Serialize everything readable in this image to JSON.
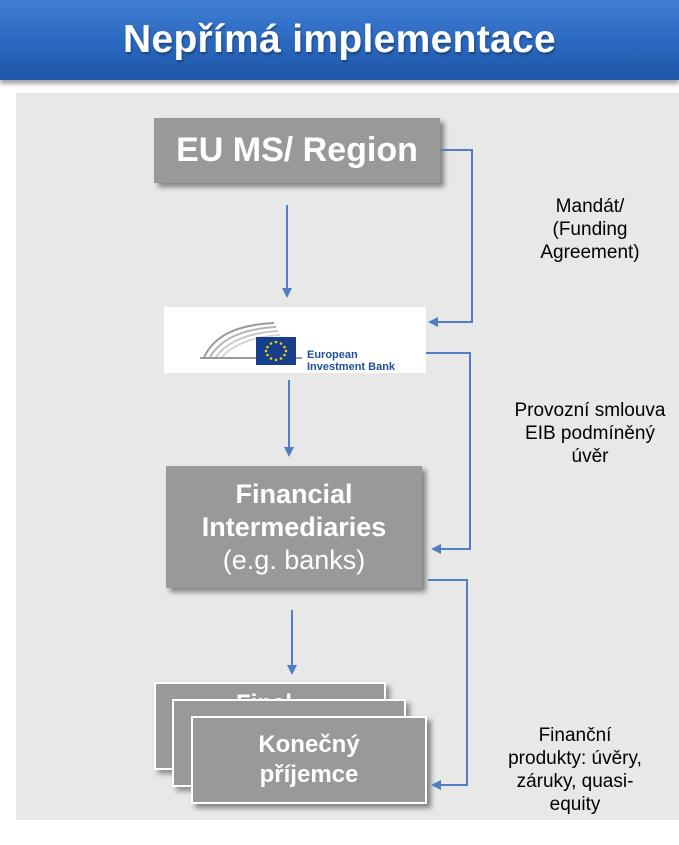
{
  "title": "Nepřímá implementace",
  "nodes": {
    "region": "EU MS/ Region",
    "eib": {
      "line1": "European",
      "line2": "Investment Bank"
    },
    "fi": {
      "line1": "Financial",
      "line2": "Intermediaries",
      "line3": "(e.g. banks)"
    },
    "final_back": "Final",
    "final": {
      "line1": "Konečný",
      "line2": "příjemce"
    }
  },
  "side_labels": {
    "mandate": [
      "Mandát/",
      "(Funding",
      "Agreement)"
    ],
    "operational": [
      "Provozní smlouva",
      "EIB podmíněný",
      "úvěr"
    ],
    "products": [
      "Finanční",
      "produkty: úvěry,",
      "záruky, quasi-",
      "equity"
    ]
  },
  "colors": {
    "title_bar": "#2a68bf",
    "box": "#999999",
    "arrow": "#4f7ec2",
    "panel": "#e8e8e8"
  }
}
